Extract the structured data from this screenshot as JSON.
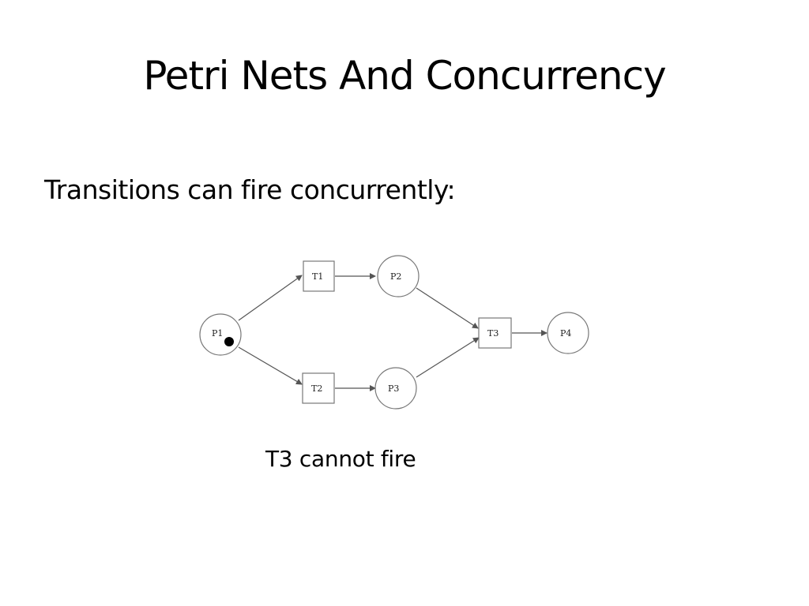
{
  "slide": {
    "title": "Petri Nets And Concurrency",
    "bullet": "Transitions can fire concurrently:",
    "caption": "T3 cannot fire"
  },
  "diagram": {
    "places": {
      "p1": "P1",
      "p2": "P2",
      "p3": "P3",
      "p4": "P4"
    },
    "transitions": {
      "t1": "T1",
      "t2": "T2",
      "t3": "T3"
    },
    "tokens": {
      "p1": 1
    },
    "arcs": [
      [
        "P1",
        "T1"
      ],
      [
        "P1",
        "T2"
      ],
      [
        "T1",
        "P2"
      ],
      [
        "T2",
        "P3"
      ],
      [
        "P2",
        "T3"
      ],
      [
        "P3",
        "T3"
      ],
      [
        "T3",
        "P4"
      ]
    ],
    "colors": {
      "stroke": "#555555",
      "token": "#000000"
    }
  }
}
